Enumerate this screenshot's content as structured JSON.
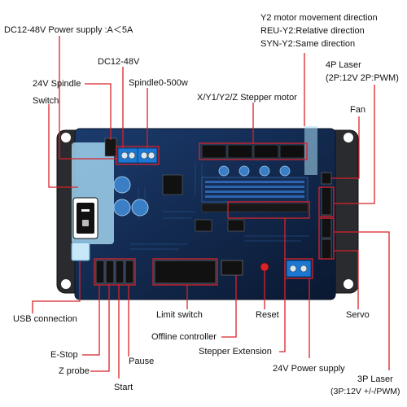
{
  "labels": {
    "power_supply_main": "DC12-48V Power supply :A＜5A",
    "dc12_48v": "DC12-48V",
    "spindle_24v": "24V Spindle",
    "spindle_500w": "Spindle0-500w",
    "switch": "Switch",
    "stepper_motor": "X/Y1/Y2/Z Stepper motor",
    "y2_direction": "Y2 motor movement direction",
    "reu_y2": "REU-Y2:Relative direction",
    "syn_y2": "SYN-Y2:Same direction",
    "laser_4p": "4P Laser",
    "laser_4p_detail": "(2P:12V 2P:PWM)",
    "fan": "Fan",
    "usb_connection": "USB connection",
    "limit_switch": "Limit switch",
    "reset": "Reset",
    "servo": "Servo",
    "offline_controller": "Offline controller",
    "estop": "E-Stop",
    "pause": "Pause",
    "z_probe": "Z probe",
    "stepper_extension": "Stepper Extension",
    "power_24v": "24V Power supply",
    "start": "Start",
    "laser_3p": "3P Laser",
    "laser_3p_detail": "(3P:12V +/-/PWM)"
  },
  "colors": {
    "leader": "#d8232a",
    "board": "#0c1e3e",
    "plate": "#26272b",
    "overlay": "#a9dcf6"
  }
}
